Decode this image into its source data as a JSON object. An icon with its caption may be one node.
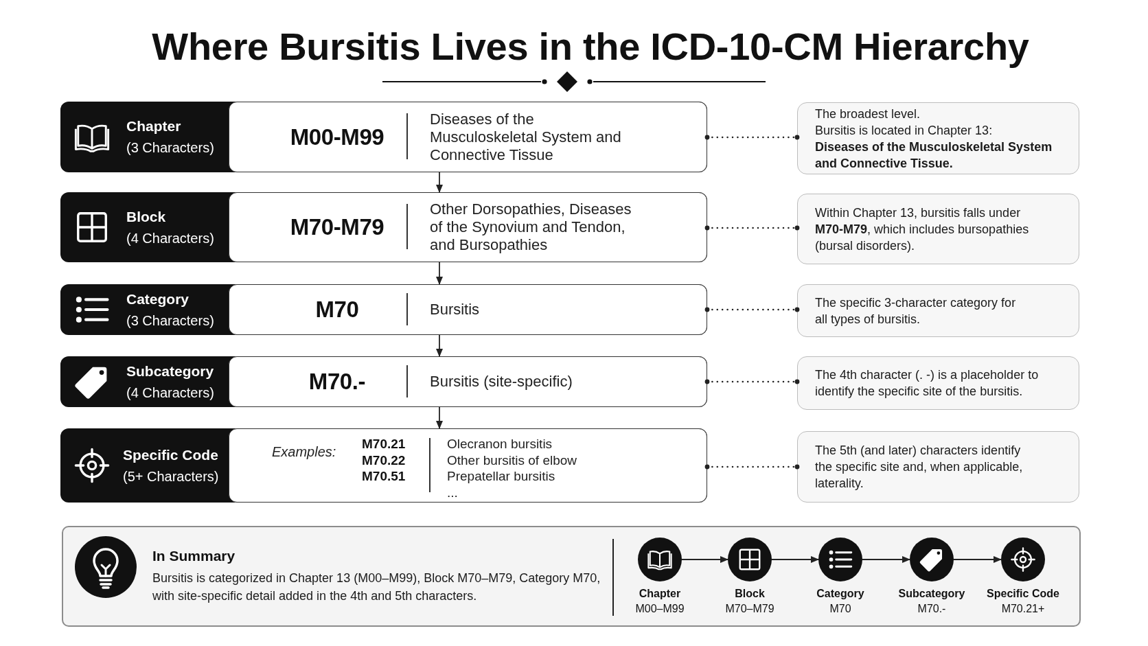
{
  "diagram": {
    "title": "Where Bursitis Lives in the ICD-10-CM Hierarchy",
    "nodes": [
      {
        "text": [
          "Chapter",
          "(3 Characters)",
          "M00-M99",
          "Diseases of the Musculoskeletal System and Connective Tissue"
        ]
      },
      {
        "text": [
          "The broadest level.",
          "Bursitis is located in Chapter 13: **Diseases of the Musculoskeletal System and Connective Tissue.**"
        ]
      },
      {
        "text": [
          "Block",
          "(4 Characters)",
          "M70-M79",
          "Other Dorsopathies, Diseases of the Synovium and Tendon, and Bursopathies"
        ]
      },
      {
        "text": [
          "Within Chapter 13, bursitis falls under **M70-M79**, which includes bursopathies (bursal disorders)."
        ]
      },
      {
        "text": [
          "Category",
          "(3 Characters)",
          "M70",
          "Bursitis"
        ]
      },
      {
        "text": [
          "The specific 3-character category for all types of bursitis."
        ]
      },
      {
        "text": [
          "Subcategory",
          "(4 Characters)",
          "M70.-",
          "Bursitis (site-specific)"
        ]
      },
      {
        "text": [
          "The 4th character (. -) is a placeholder to identify the specific site of the bursitis."
        ]
      },
      {
        "text": [
          "Specific Code",
          "(5+ Characters)",
          "Examples:",
          "M70.21",
          "M70.22",
          "M70.51",
          "Olecranon bursitis",
          "Other bursitis of elbow",
          "Prepatellar bursitis",
          "..."
        ]
      },
      {
        "text": [
          "The 5th (and later) characters identify the specific site and, when applicable, laterality."
        ]
      },
      {
        "text": [
          "In Summary",
          "Bursitis is categorized in Chapter 13 (M00–M99), Block M70–M79, Category M70, with site-specific detail added in the 4th and 5th characters."
        ]
      },
      {
        "text": [],
        "shape": "circle",
        "in": 10,
        "beside": [
          "Chapter",
          "M00–M99"
        ]
      },
      {
        "text": [],
        "shape": "circle",
        "in": 10,
        "beside": [
          "Block",
          "M70–M79"
        ]
      },
      {
        "text": [],
        "shape": "circle",
        "in": 10,
        "beside": [
          "Category",
          "M70"
        ]
      },
      {
        "text": [],
        "shape": "circle",
        "in": 10,
        "beside": [
          "Subcategory",
          "M70.-"
        ]
      },
      {
        "text": [],
        "shape": "circle",
        "in": 10,
        "beside": [
          "Specific Code",
          "M70.21+"
        ]
      }
    ],
    "edges": [
      {
        "from": 0,
        "to": 2,
        "arrow": "to"
      },
      {
        "from": 2,
        "to": 4,
        "arrow": "to"
      },
      {
        "from": 4,
        "to": 6,
        "arrow": "to"
      },
      {
        "from": 6,
        "to": 8,
        "arrow": "to"
      },
      {
        "from": 0,
        "to": 1,
        "arrow": "other",
        "style": "dashed"
      },
      {
        "from": 2,
        "to": 3,
        "arrow": "other",
        "style": "dashed"
      },
      {
        "from": 4,
        "to": 5,
        "arrow": "other",
        "style": "dashed"
      },
      {
        "from": 6,
        "to": 7,
        "arrow": "other",
        "style": "dashed"
      },
      {
        "from": 8,
        "to": 9,
        "arrow": "other",
        "style": "dashed"
      },
      {
        "from": 11,
        "to": 12,
        "arrow": "to"
      },
      {
        "from": 12,
        "to": 13,
        "arrow": "to"
      },
      {
        "from": 13,
        "to": 14,
        "arrow": "to"
      },
      {
        "from": 14,
        "to": 15,
        "arrow": "to"
      }
    ]
  }
}
